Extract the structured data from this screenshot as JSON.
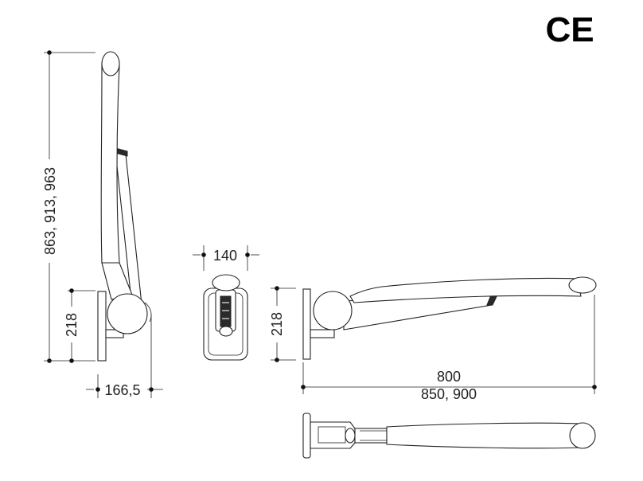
{
  "mark": "CE",
  "dimensions": {
    "side_height": "863, 913, 963",
    "side_bracket_height": "218",
    "side_depth": "166,5",
    "front_width": "140",
    "front_bracket_height": "218",
    "length_line1": "800",
    "length_line2": "850, 900"
  }
}
